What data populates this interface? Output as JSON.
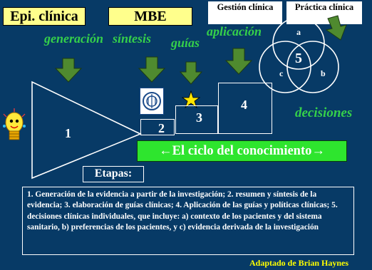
{
  "header": {
    "epi_label": "Epi. clínica",
    "mbe_label": "MBE",
    "gestion_label": "Gestión clínica",
    "practica_label": "Práctica clínica"
  },
  "stages": {
    "generacion": "generación",
    "sintesis": "síntesis",
    "guias": "guías",
    "aplicacion": "aplicación",
    "decisiones": "decisiones"
  },
  "numbers": {
    "n1": "1",
    "n2": "2",
    "n3": "3",
    "n4": "4",
    "n5": "5",
    "a": "a",
    "b": "b",
    "c": "c"
  },
  "cycle_banner": "←El ciclo del conocimiento→",
  "etapas_label": "Etapas:",
  "description": "1. Generación de la evidencia a partir de la investigación; 2. resumen y síntesis de la evidencia; 3. elaboración de guías clínicas; 4. Aplicación de las guías y políticas clínicas; 5. decisiones clínicas individuales, que incluye: a) contexto de los pacientes y del sistema sanitario, b) preferencias de los pacientes, y  c) evidencia derivada de la investigación",
  "credit": "Adaptado de Brian Haynes",
  "colors": {
    "background": "#073a66",
    "label_yellow": "#ffff8c",
    "arrow_green": "#4f8a2f",
    "text_green": "#35d04a",
    "banner_green": "#2ee52e",
    "credit_yellow": "#ffff00"
  },
  "icons": [
    "down-arrow-icon",
    "lightbulb-icon",
    "cochrane-logo-icon",
    "star-icon"
  ]
}
